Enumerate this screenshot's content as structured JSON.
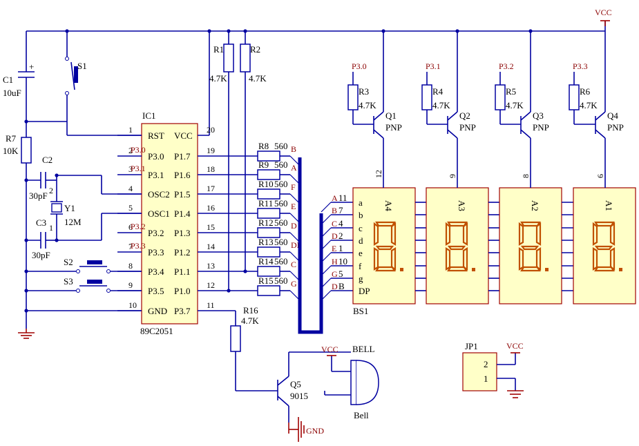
{
  "power": {
    "vcc": "VCC",
    "gnd": "GND"
  },
  "capacitor_c1": {
    "name": "C1",
    "value": "10uF",
    "polarity": "+"
  },
  "switch_s1": {
    "name": "S1"
  },
  "resistor_r1": {
    "name": "R1",
    "value": "4.7K"
  },
  "resistor_r2": {
    "name": "R2",
    "value": "4.7K"
  },
  "resistor_r7": {
    "name": "R7",
    "value": "10K"
  },
  "capacitor_c2": {
    "name": "C2",
    "value": "30pF"
  },
  "capacitor_c3": {
    "name": "C3",
    "value": "30pF"
  },
  "crystal_y1": {
    "name": "Y1",
    "value": "12M",
    "pin1": "1",
    "pin2": "2"
  },
  "switches": {
    "s2": "S2",
    "s3": "S3"
  },
  "ic1": {
    "name": "IC1",
    "part": "89C2051",
    "left_pins": [
      {
        "num": "1",
        "label": "RST",
        "overlay": ""
      },
      {
        "num": "2",
        "label": "P3.0",
        "overlay": "P3.0"
      },
      {
        "num": "3",
        "label": "P3.1",
        "overlay": "P3.1"
      },
      {
        "num": "4",
        "label": "OSC2",
        "overlay": ""
      },
      {
        "num": "5",
        "label": "OSC1",
        "overlay": ""
      },
      {
        "num": "6",
        "label": "P3.2",
        "overlay": "P3.2"
      },
      {
        "num": "7",
        "label": "P3.3",
        "overlay": "P3.3"
      },
      {
        "num": "8",
        "label": "P3.4",
        "overlay": ""
      },
      {
        "num": "9",
        "label": "P3.5",
        "overlay": ""
      },
      {
        "num": "10",
        "label": "GND",
        "overlay": ""
      }
    ],
    "right_pins": [
      {
        "num": "20",
        "label": "VCC"
      },
      {
        "num": "19",
        "label": "P1.7"
      },
      {
        "num": "18",
        "label": "P1.6"
      },
      {
        "num": "17",
        "label": "P1.5"
      },
      {
        "num": "16",
        "label": "P1.4"
      },
      {
        "num": "15",
        "label": "P1.3"
      },
      {
        "num": "14",
        "label": "P1.2"
      },
      {
        "num": "13",
        "label": "P1.1"
      },
      {
        "num": "12",
        "label": "P1.0"
      },
      {
        "num": "11",
        "label": "P3.7"
      }
    ]
  },
  "segment_resistors": [
    {
      "name": "R8",
      "value": "560",
      "net": "B"
    },
    {
      "name": "R9",
      "value": "560",
      "net": "A"
    },
    {
      "name": "R10",
      "value": "560",
      "net": "F"
    },
    {
      "name": "R11",
      "value": "560",
      "net": "E"
    },
    {
      "name": "R12",
      "value": "560",
      "net": "D"
    },
    {
      "name": "R13",
      "value": "560",
      "net": "DP"
    },
    {
      "name": "R14",
      "value": "560",
      "net": "C"
    },
    {
      "name": "R15",
      "value": "560",
      "net": "G"
    }
  ],
  "bus_entries": [
    {
      "net": "A",
      "num": "11",
      "seg": "a"
    },
    {
      "net": "B",
      "num": "7",
      "seg": "b"
    },
    {
      "net": "C",
      "num": "4",
      "seg": "c"
    },
    {
      "net": "D",
      "num": "2",
      "seg": "d"
    },
    {
      "net": "E",
      "num": "1",
      "seg": "e"
    },
    {
      "net": "H",
      "num": "10",
      "seg": "f"
    },
    {
      "net": "G",
      "num": "5",
      "seg": "g"
    },
    {
      "net": "D",
      "num": "B",
      "seg": "DP"
    }
  ],
  "display": {
    "name": "BS1",
    "digits": [
      {
        "label": "A4",
        "common_pin": "12"
      },
      {
        "label": "A3",
        "common_pin": "9"
      },
      {
        "label": "A2",
        "common_pin": "8"
      },
      {
        "label": "A1",
        "common_pin": "6"
      }
    ]
  },
  "drivers": [
    {
      "port": "P3.0",
      "resistor": "R3",
      "value": "4.7K",
      "transistor": "Q1",
      "type": "PNP"
    },
    {
      "port": "P3.1",
      "resistor": "R4",
      "value": "4.7K",
      "transistor": "Q2",
      "type": "PNP"
    },
    {
      "port": "P3.2",
      "resistor": "R5",
      "value": "4.7K",
      "transistor": "Q3",
      "type": "PNP"
    },
    {
      "port": "P3.3",
      "resistor": "R6",
      "value": "4.7K",
      "transistor": "Q4",
      "type": "PNP"
    }
  ],
  "buzzer": {
    "r_name": "R16",
    "r_value": "4.7K",
    "q_name": "Q5",
    "q_part": "9015",
    "bell_label": "BELL",
    "bell_sub": "Bell",
    "vcc": "VCC",
    "gnd": "GND"
  },
  "jumper": {
    "name": "JP1",
    "pin2": "2",
    "pin1": "1",
    "vcc": "VCC"
  }
}
